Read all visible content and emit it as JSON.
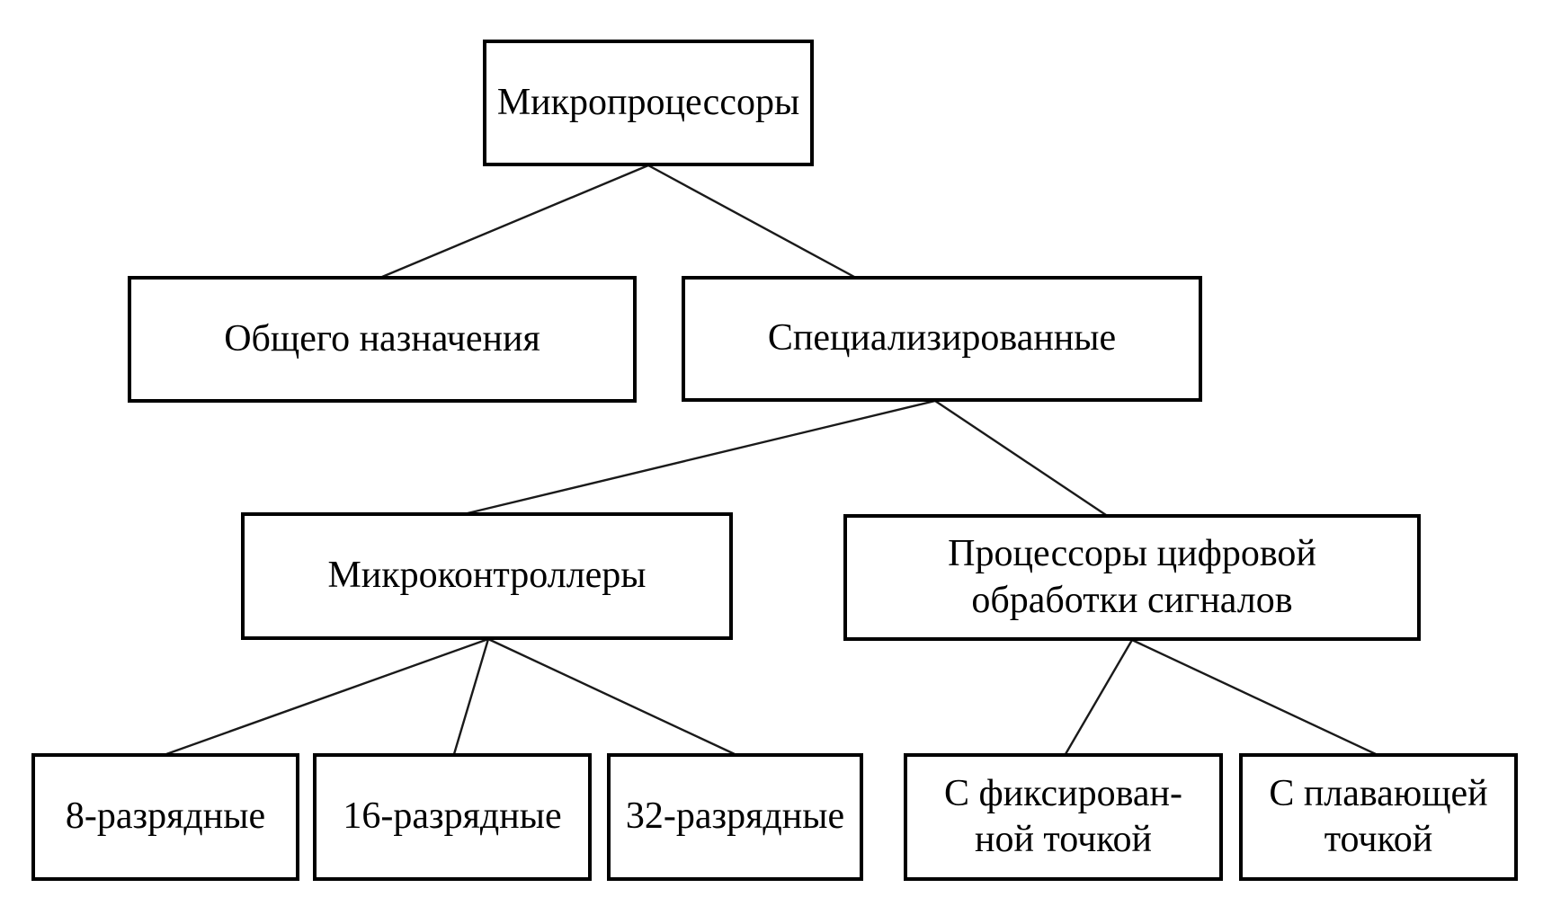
{
  "diagram": {
    "type": "tree",
    "nodes": {
      "root": {
        "label": "Микропроцессоры"
      },
      "general": {
        "label": "Общего назначения"
      },
      "specialized": {
        "label": "Специализированные"
      },
      "mcu": {
        "label": "Микроконтроллеры"
      },
      "dsp": {
        "label": "Процессоры цифровой\nобработки сигналов"
      },
      "bit8": {
        "label": "8-разрядные"
      },
      "bit16": {
        "label": "16-разрядные"
      },
      "bit32": {
        "label": "32-разрядные"
      },
      "fixed": {
        "label": "С фиксирован-\nной точкой"
      },
      "floating": {
        "label": "С плавающей\nточкой"
      }
    },
    "edges": [
      {
        "from": "root",
        "to": "general"
      },
      {
        "from": "root",
        "to": "specialized"
      },
      {
        "from": "specialized",
        "to": "mcu"
      },
      {
        "from": "specialized",
        "to": "dsp"
      },
      {
        "from": "mcu",
        "to": "bit8"
      },
      {
        "from": "mcu",
        "to": "bit16"
      },
      {
        "from": "mcu",
        "to": "bit32"
      },
      {
        "from": "dsp",
        "to": "fixed"
      },
      {
        "from": "dsp",
        "to": "floating"
      }
    ],
    "colors": {
      "background": "#ffffff",
      "box_border": "#000000",
      "text": "#000000",
      "line": "#1a1a1a"
    }
  }
}
